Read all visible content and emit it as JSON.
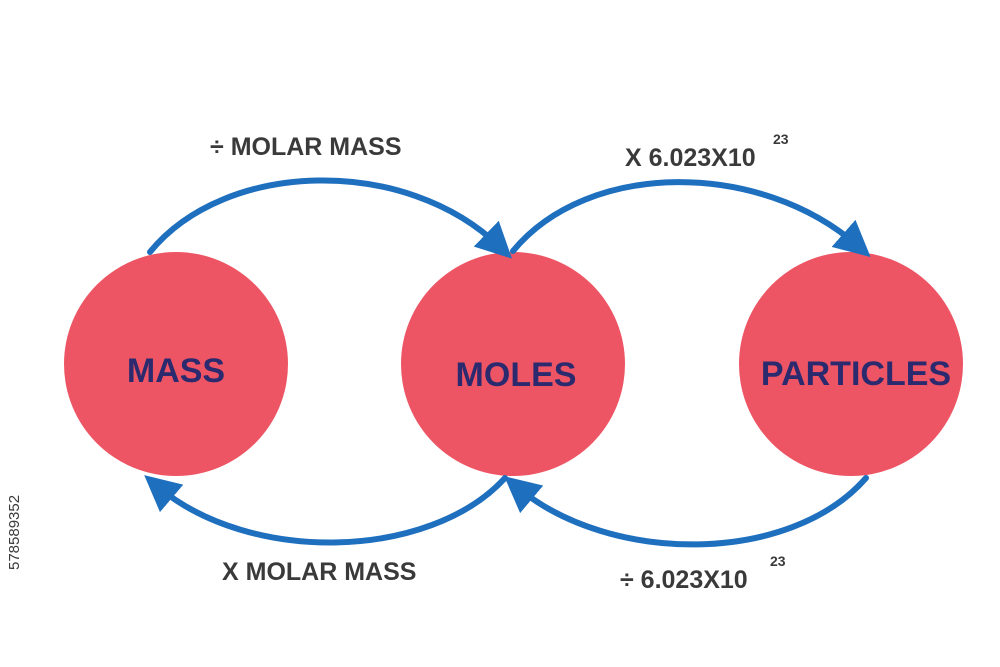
{
  "nodes": {
    "mass": "MASS",
    "moles": "MOLES",
    "particles": "PARTICLES"
  },
  "edges": {
    "mass_to_moles": {
      "text": "MOLAR MASS",
      "operator": "÷"
    },
    "moles_to_mass": {
      "text": "X MOLAR MASS"
    },
    "moles_to_particles": {
      "text": "X 6.023X10",
      "exponent": "23"
    },
    "particles_to_moles": {
      "text": "÷ 6.023X10",
      "exponent": "23"
    }
  },
  "watermark": {
    "id": "578589352"
  },
  "colors": {
    "circle": "#ee5564",
    "arrow": "#1f6fbf",
    "node_text": "#2b2a6e",
    "edge_text": "#3a3a3a"
  }
}
